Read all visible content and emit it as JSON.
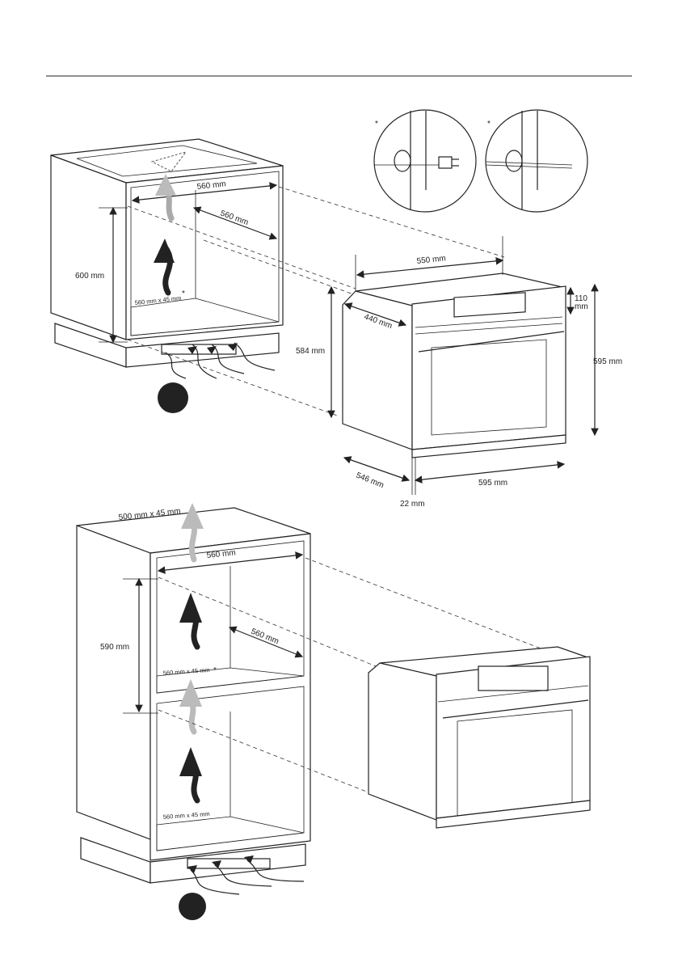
{
  "labels": {
    "top_cabinet": {
      "width_top": "560 mm",
      "depth": "560 mm",
      "height": "600 mm",
      "vent_opening": "560 mm x 45 mm"
    },
    "oven": {
      "depth_top": "550 mm",
      "side_depth": "440 mm",
      "panel_height": "110\nmm",
      "panel_height_line1": "110",
      "panel_height_line2": "mm",
      "body_height": "584 mm",
      "front_height": "595 mm",
      "bottom_depth": "546 mm",
      "front_width": "595 mm",
      "front_thickness": "22 mm"
    },
    "tall_cabinet": {
      "top_vent": "500 mm x 45 mm",
      "width_top": "560 mm",
      "depth": "560 mm",
      "height": "590 mm",
      "vent_opening_mid": "560 mm x 45 mm",
      "vent_opening_bottom": "560 mm x 45 mm"
    },
    "asterisk": "*"
  },
  "icons": [
    "plug-icon",
    "cable-icon",
    "airflow-arrow-icon",
    "step-marker-icon"
  ],
  "colors": {
    "line": "#222222",
    "marker": "#222222",
    "airflow_light": "#cccccc"
  }
}
